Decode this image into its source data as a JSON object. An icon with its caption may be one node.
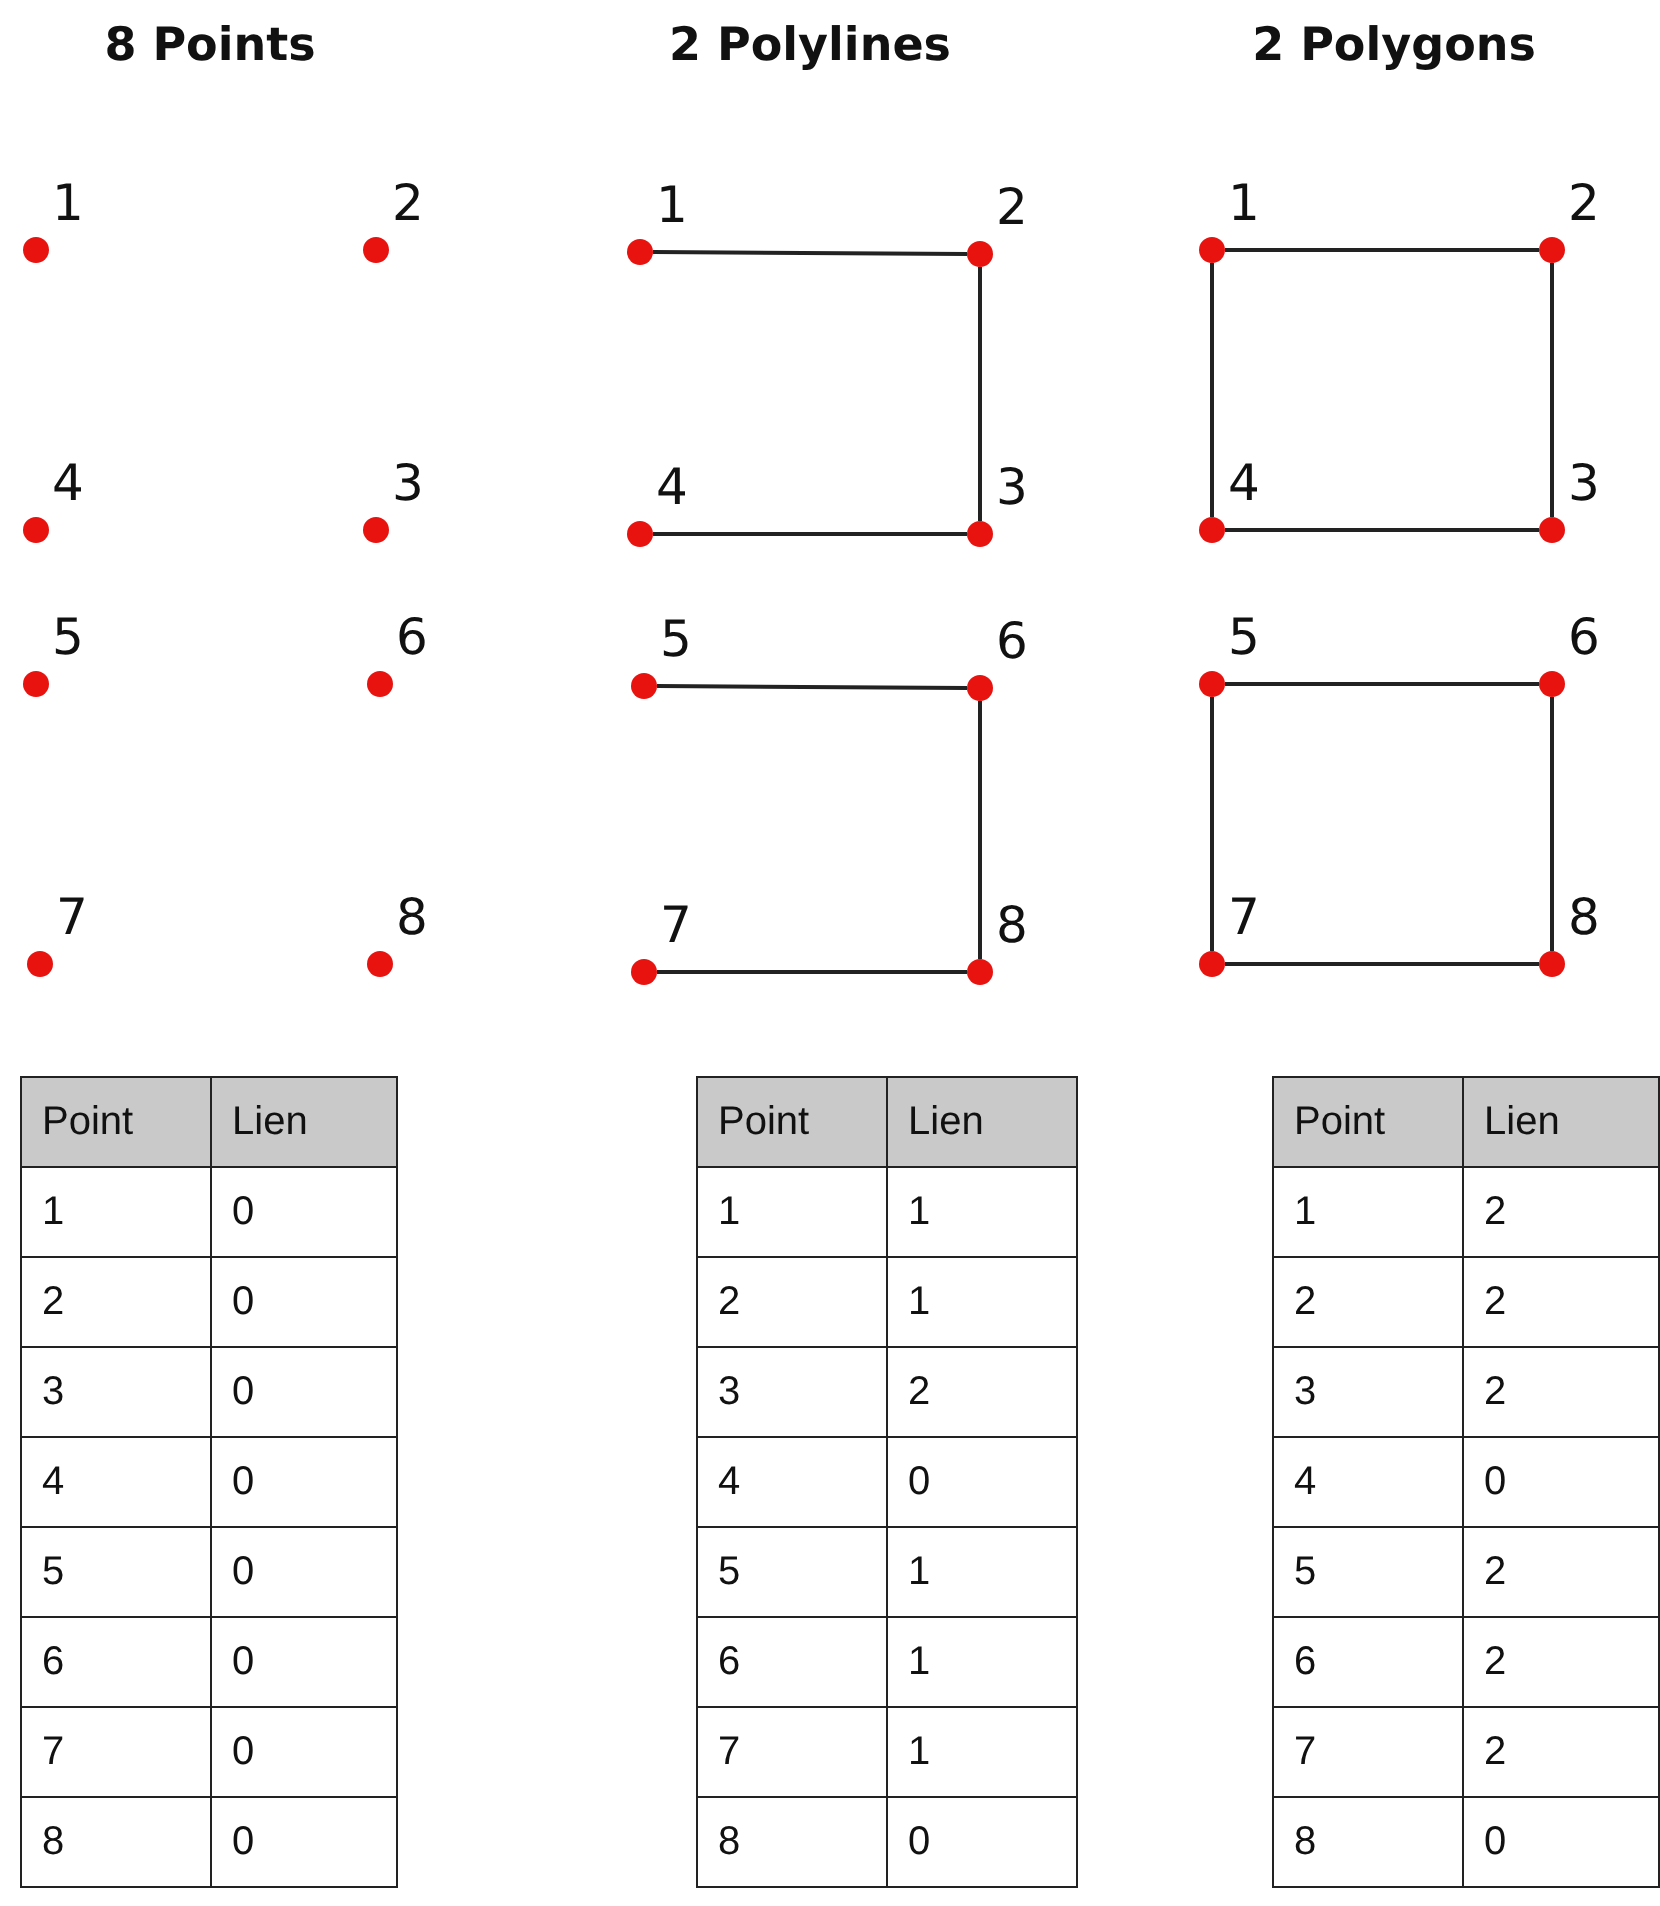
{
  "diagram": {
    "nodes": [
      {
        "text": [],
        "shape": "circle",
        "beside": [
          "1"
        ]
      },
      {
        "text": [],
        "shape": "circle",
        "beside": [
          "2"
        ]
      },
      {
        "text": [],
        "shape": "circle",
        "beside": [
          "4"
        ]
      },
      {
        "text": [],
        "shape": "circle",
        "beside": [
          "3"
        ]
      },
      {
        "text": [],
        "shape": "circle",
        "beside": [
          "5"
        ]
      },
      {
        "text": [],
        "shape": "circle",
        "beside": [
          "6"
        ]
      },
      {
        "text": [],
        "shape": "circle",
        "beside": [
          "7"
        ]
      },
      {
        "text": [],
        "shape": "circle",
        "beside": [
          "8"
        ]
      },
      {
        "text": [],
        "shape": "circle",
        "beside": [
          "1"
        ]
      },
      {
        "text": [],
        "shape": "circle",
        "beside": [
          "2"
        ]
      },
      {
        "text": [],
        "shape": "circle",
        "beside": [
          "4"
        ]
      },
      {
        "text": [],
        "shape": "circle",
        "beside": [
          "3"
        ]
      },
      {
        "text": [],
        "shape": "circle",
        "beside": [
          "5"
        ]
      },
      {
        "text": [],
        "shape": "circle",
        "beside": [
          "6"
        ]
      },
      {
        "text": [],
        "shape": "circle",
        "beside": [
          "7"
        ]
      },
      {
        "text": [],
        "shape": "circle",
        "beside": [
          "8"
        ]
      },
      {
        "text": [],
        "shape": "circle",
        "beside": [
          "1"
        ]
      },
      {
        "text": [],
        "shape": "circle",
        "beside": [
          "2"
        ]
      },
      {
        "text": [],
        "shape": "circle",
        "beside": [
          "4"
        ]
      },
      {
        "text": [],
        "shape": "circle",
        "beside": [
          "3"
        ]
      },
      {
        "text": [],
        "shape": "circle",
        "beside": [
          "5"
        ]
      },
      {
        "text": [],
        "shape": "circle",
        "beside": [
          "6"
        ]
      },
      {
        "text": [],
        "shape": "circle",
        "beside": [
          "7"
        ]
      },
      {
        "text": [],
        "shape": "circle",
        "beside": [
          "8"
        ]
      }
    ],
    "edges": [
      {
        "from": 8,
        "to": 9,
        "arrow": "none"
      },
      {
        "from": 9,
        "to": 11,
        "arrow": "none"
      },
      {
        "from": 11,
        "to": 10,
        "arrow": "none"
      },
      {
        "from": 12,
        "to": 13,
        "arrow": "none"
      },
      {
        "from": 13,
        "to": 15,
        "arrow": "none"
      },
      {
        "from": 15,
        "to": 14,
        "arrow": "none"
      },
      {
        "from": 16,
        "to": 17,
        "arrow": "none"
      },
      {
        "from": 17,
        "to": 19,
        "arrow": "none"
      },
      {
        "from": 19,
        "to": 18,
        "arrow": "none"
      },
      {
        "from": 18,
        "to": 16,
        "arrow": "none"
      },
      {
        "from": 20,
        "to": 21,
        "arrow": "none"
      },
      {
        "from": 21,
        "to": 23,
        "arrow": "none"
      },
      {
        "from": 23,
        "to": 22,
        "arrow": "none"
      },
      {
        "from": 22,
        "to": 20,
        "arrow": "none"
      }
    ],
    "labels": [
      "8 Points",
      "2 Polylines",
      "2 Polygons",
      "Point",
      "Lien",
      "1",
      "0",
      "2",
      "0",
      "3",
      "0",
      "4",
      "0",
      "5",
      "0",
      "6",
      "0",
      "7",
      "0",
      "8",
      "0",
      "Point",
      "Lien",
      "1",
      "1",
      "2",
      "1",
      "3",
      "2",
      "4",
      "0",
      "5",
      "1",
      "6",
      "1",
      "7",
      "1",
      "8",
      "0",
      "Point",
      "Lien",
      "1",
      "2",
      "2",
      "2",
      "3",
      "2",
      "4",
      "0",
      "5",
      "2",
      "6",
      "2",
      "7",
      "2",
      "8",
      "0"
    ]
  }
}
